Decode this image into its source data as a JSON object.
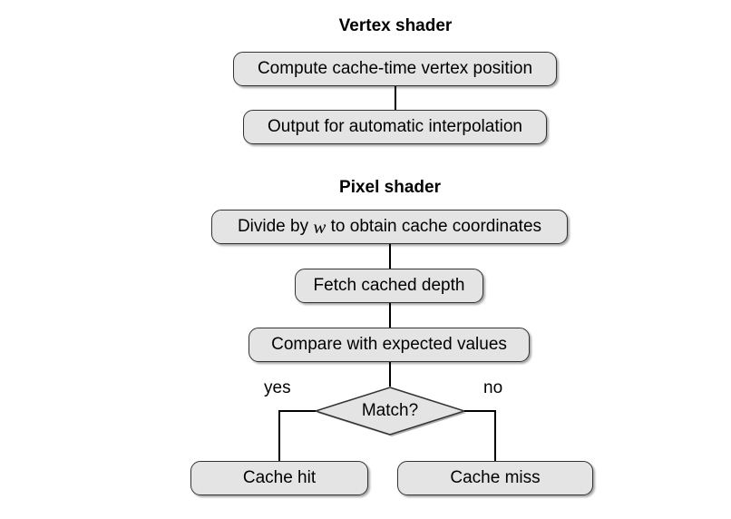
{
  "vertex_shader": {
    "title": "Vertex shader",
    "steps": [
      "Compute cache-time vertex position",
      "Output for automatic interpolation"
    ]
  },
  "pixel_shader": {
    "title": "Pixel shader",
    "step1": {
      "prefix": "Divide by ",
      "variable": "w",
      "suffix": " to obtain cache coordinates"
    },
    "step2": "Fetch cached depth",
    "step3": "Compare with expected values",
    "decision": {
      "label": "Match?",
      "yes_label": "yes",
      "no_label": "no"
    },
    "outcomes": {
      "hit": "Cache hit",
      "miss": "Cache miss"
    }
  }
}
